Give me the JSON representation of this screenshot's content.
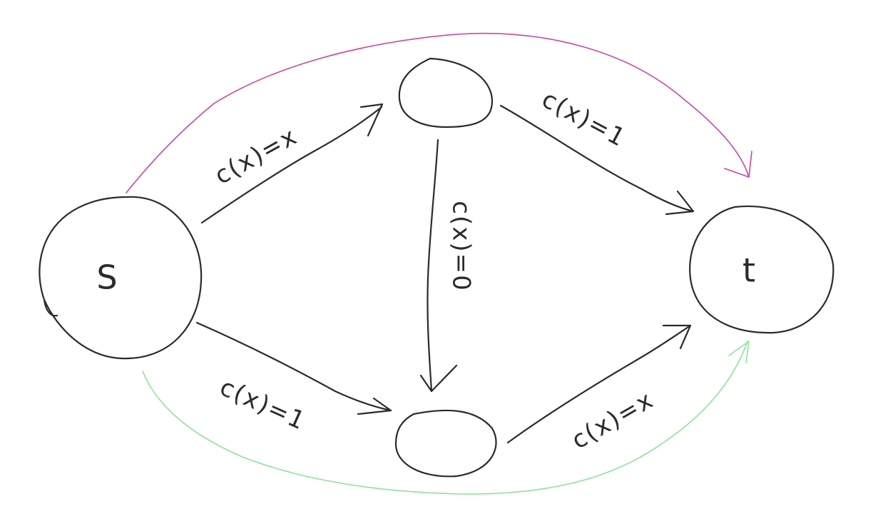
{
  "nodes": {
    "s": {
      "label": "S"
    },
    "top": {
      "label": ""
    },
    "bottom": {
      "label": ""
    },
    "t": {
      "label": "t"
    }
  },
  "edges": {
    "s_top": {
      "label": "c(x)=x"
    },
    "top_t": {
      "label": "c(x)=1"
    },
    "top_bottom": {
      "label": "c(x)=0"
    },
    "s_bottom": {
      "label": "c(x)=1"
    },
    "bottom_t": {
      "label": "c(x)=x"
    }
  },
  "highlight_paths": {
    "upper": {
      "color": "#cc44aa"
    },
    "lower": {
      "color": "#8ee29a"
    }
  }
}
